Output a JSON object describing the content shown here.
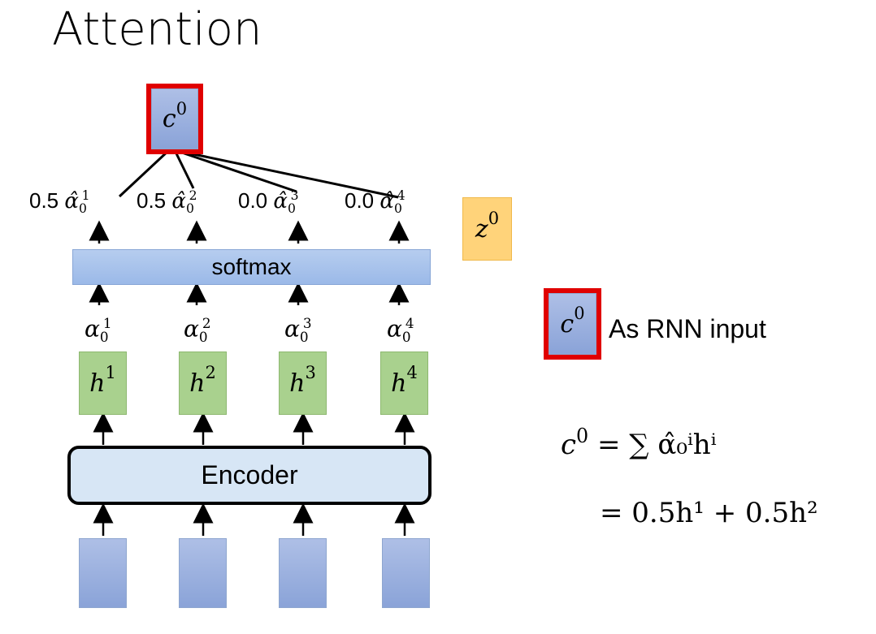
{
  "title": "Attention",
  "context_vector": {
    "symbol": "c",
    "superscript": "0"
  },
  "weights": [
    {
      "value": "0.5",
      "symbol": "α̂",
      "sub": "0",
      "sup": "1"
    },
    {
      "value": "0.5",
      "symbol": "α̂",
      "sub": "0",
      "sup": "2"
    },
    {
      "value": "0.0",
      "symbol": "α̂",
      "sub": "0",
      "sup": "3"
    },
    {
      "value": "0.0",
      "symbol": "α̂",
      "sub": "0",
      "sup": "4"
    }
  ],
  "softmax_label": "softmax",
  "alphas": [
    {
      "symbol": "α",
      "sub": "0",
      "sup": "1"
    },
    {
      "symbol": "α",
      "sub": "0",
      "sup": "2"
    },
    {
      "symbol": "α",
      "sub": "0",
      "sup": "3"
    },
    {
      "symbol": "α",
      "sub": "0",
      "sup": "4"
    }
  ],
  "hidden_states": [
    {
      "symbol": "h",
      "sup": "1"
    },
    {
      "symbol": "h",
      "sup": "2"
    },
    {
      "symbol": "h",
      "sup": "3"
    },
    {
      "symbol": "h",
      "sup": "4"
    }
  ],
  "encoder_label": "Encoder",
  "decoder_state": {
    "symbol": "z",
    "superscript": "0"
  },
  "rnn_input_caption": "As RNN input",
  "equation": {
    "lhs": "c",
    "lhs_sup": "0",
    "line1_rhs": "= ∑ α̂₀ⁱhⁱ",
    "line2": "= 0.5h¹ + 0.5h²"
  },
  "colors": {
    "input_block": "#8aa3d8",
    "hidden_block": "#a9d18e",
    "decoder_block": "#ffd37a",
    "highlight_border": "#e00000"
  }
}
